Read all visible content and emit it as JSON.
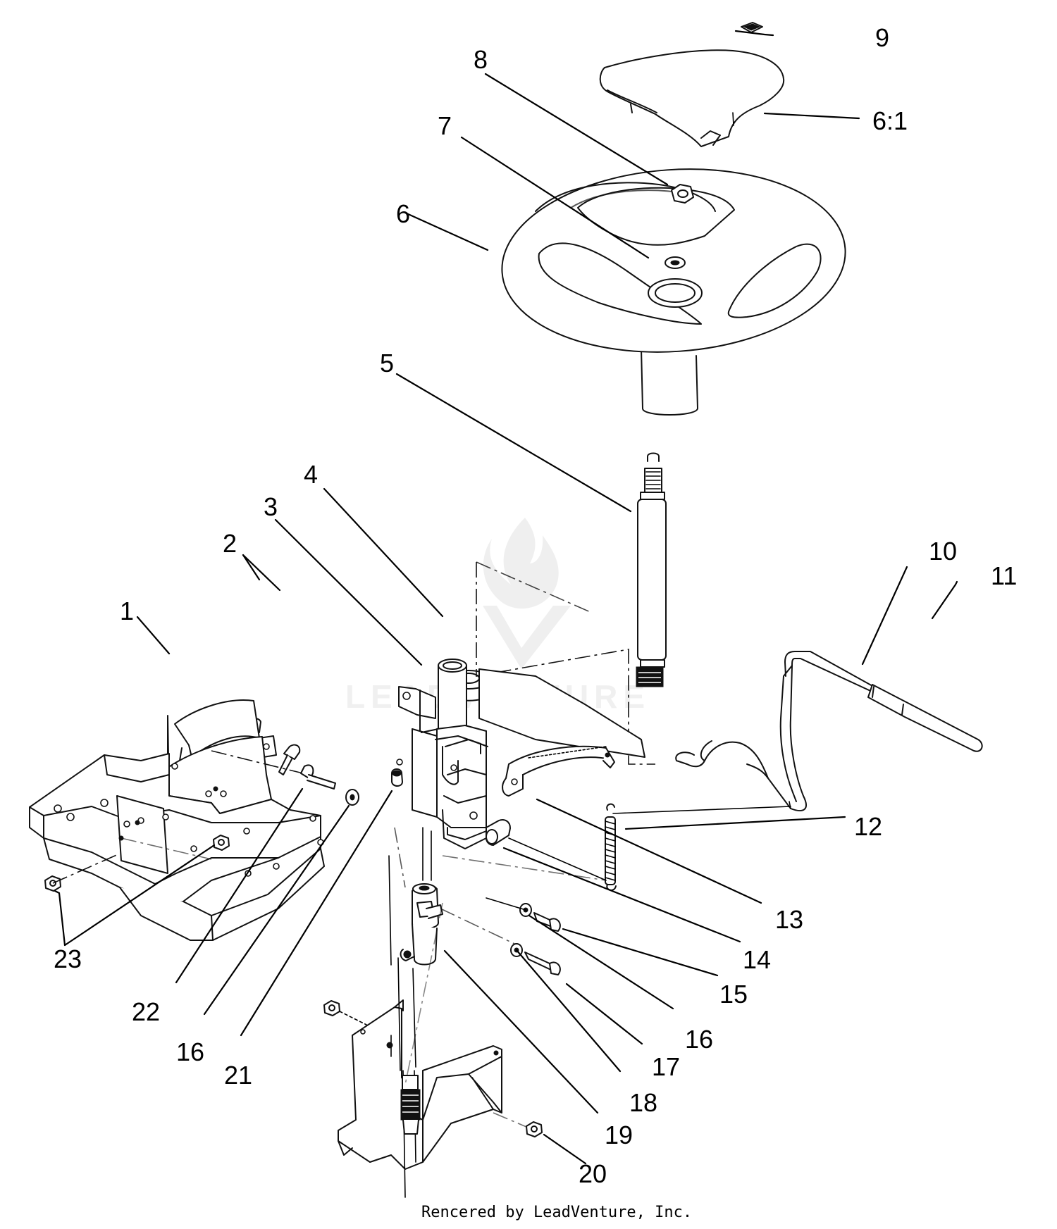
{
  "callouts": [
    {
      "id": "1",
      "label": "1"
    },
    {
      "id": "2",
      "label": "2"
    },
    {
      "id": "3",
      "label": "3"
    },
    {
      "id": "4",
      "label": "4"
    },
    {
      "id": "5",
      "label": "5"
    },
    {
      "id": "6",
      "label": "6"
    },
    {
      "id": "6-1",
      "label": "6:1"
    },
    {
      "id": "7",
      "label": "7"
    },
    {
      "id": "8",
      "label": "8"
    },
    {
      "id": "9",
      "label": "9"
    },
    {
      "id": "10",
      "label": "10"
    },
    {
      "id": "11",
      "label": "11"
    },
    {
      "id": "12",
      "label": "12"
    },
    {
      "id": "13",
      "label": "13"
    },
    {
      "id": "14",
      "label": "14"
    },
    {
      "id": "15",
      "label": "15"
    },
    {
      "id": "16a",
      "label": "16"
    },
    {
      "id": "16b",
      "label": "16"
    },
    {
      "id": "17",
      "label": "17"
    },
    {
      "id": "18",
      "label": "18"
    },
    {
      "id": "19",
      "label": "19"
    },
    {
      "id": "20",
      "label": "20"
    },
    {
      "id": "21",
      "label": "21"
    },
    {
      "id": "22",
      "label": "22"
    },
    {
      "id": "23",
      "label": "23"
    }
  ],
  "watermark": {
    "brand": "LEADVENTURE",
    "icon": "flame-v-logo-icon"
  },
  "credit": "Rencered by LeadVenture, Inc."
}
